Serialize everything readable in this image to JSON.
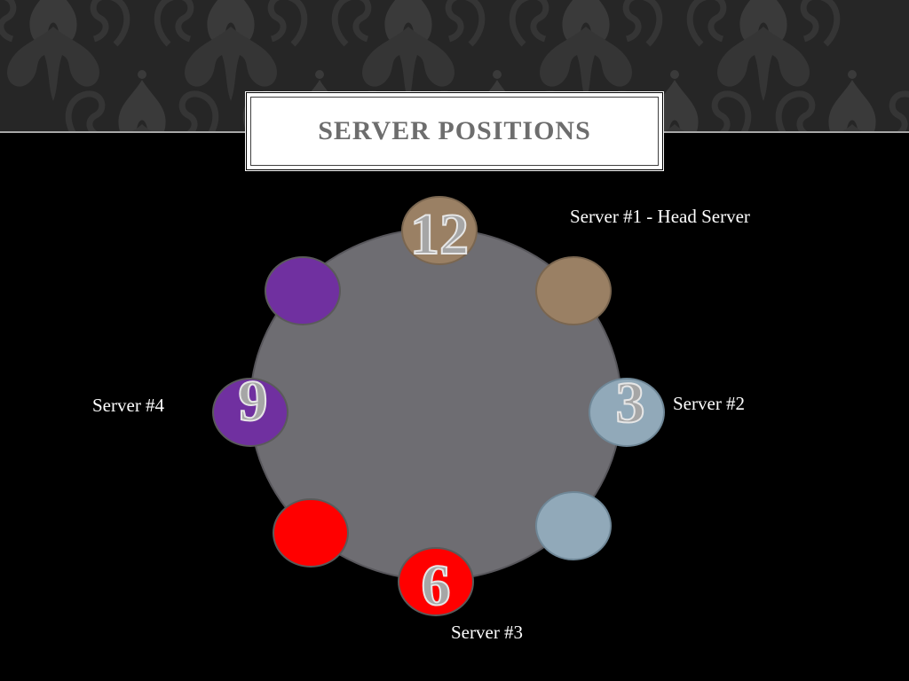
{
  "slide": {
    "title": "Server Positions"
  },
  "colors": {
    "background": "#000000",
    "banner": "#262626",
    "ring": "#6e6d72",
    "head_server": "#9a8064",
    "server_2": "#91a9b9",
    "server_3": "#ff0000",
    "server_4": "#7030a0",
    "numeral_fill": "#a6a6a6",
    "numeral_stroke": "#e6e6e6"
  },
  "diagram": {
    "clock_numerals": {
      "twelve": "12",
      "three": "3",
      "six": "6",
      "nine": "9"
    },
    "labels": {
      "server_1": "Server #1 - Head Server",
      "server_2": "Server #2",
      "server_3": "Server #3",
      "server_4": "Server #4"
    }
  }
}
